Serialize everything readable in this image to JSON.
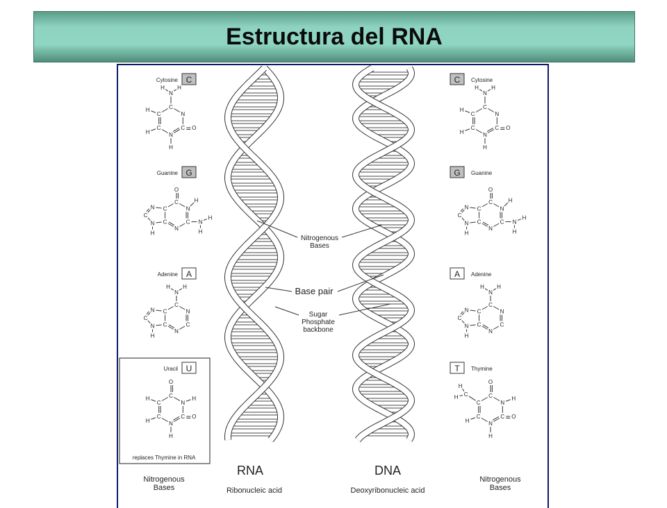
{
  "title": "Estructura del RNA",
  "diagram": {
    "left_bases": [
      {
        "name": "Cytosine",
        "letter": "C"
      },
      {
        "name": "Guanine",
        "letter": "G"
      },
      {
        "name": "Adenine",
        "letter": "A"
      },
      {
        "name": "Uracil",
        "letter": "U",
        "note": "replaces Thymine in RNA"
      }
    ],
    "right_bases": [
      {
        "name": "Cytosine",
        "letter": "C"
      },
      {
        "name": "Guanine",
        "letter": "G"
      },
      {
        "name": "Adenine",
        "letter": "A"
      },
      {
        "name": "Thymine",
        "letter": "T"
      }
    ],
    "labels": {
      "nitrogenous_bases": "Nitrogenous\nBases",
      "base_pair": "Base pair",
      "sugar_phosphate": "Sugar\nPhosphate\nbackbone"
    },
    "rna": {
      "label": "RNA",
      "caption": "Ribonucleic acid"
    },
    "dna": {
      "label": "DNA",
      "caption": "Deoxyribonucleic acid"
    },
    "bottom_left": "Nitrogenous\nBases",
    "bottom_right": "Nitrogenous\nBases",
    "atoms": {
      "C": "C",
      "N": "N",
      "H": "H",
      "O": "O"
    }
  }
}
